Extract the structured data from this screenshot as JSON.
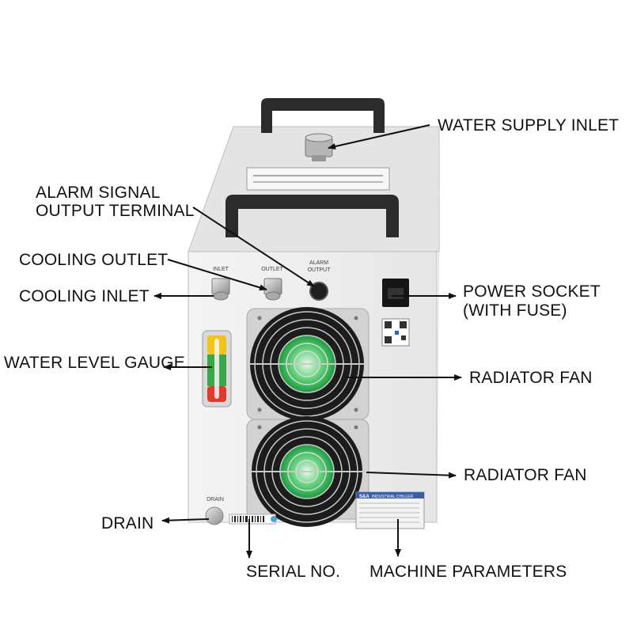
{
  "panel": {
    "inlet_label": "INLET",
    "outlet_label": "OUTLET",
    "alarm_label_line1": "ALARM",
    "alarm_label_line2": "OUTPUT",
    "drain_label": "DRAIN",
    "plate_brand": "S&A",
    "plate_title": "INDUSTRIAL CHILLER"
  },
  "callouts": {
    "water_supply_inlet": "WATER SUPPLY INLET",
    "alarm_line1": "ALARM SIGNAL",
    "alarm_line2": "OUTPUT TERMINAL",
    "cooling_outlet": "COOLING OUTLET",
    "cooling_inlet": "COOLING INLET",
    "water_level_gauge": "WATER LEVEL GAUGE",
    "power_line1": "POWER SOCKET",
    "power_line2": "(WITH FUSE)",
    "radiator_fan_1": "RADIATOR FAN",
    "radiator_fan_2": "RADIATOR FAN",
    "drain": "DRAIN",
    "serial_no": "SERIAL NO.",
    "machine_parameters": "MACHINE PARAMETERS"
  },
  "colors": {
    "cabinet_front": "#ececec",
    "cabinet_side": "#d9d9d9",
    "handle": "#2b2b2b",
    "fan_green": "#2fbf55",
    "gauge_yellow": "#f2c318",
    "gauge_green": "#3aa84a",
    "gauge_red": "#e03a2e",
    "arrow": "#111111"
  }
}
